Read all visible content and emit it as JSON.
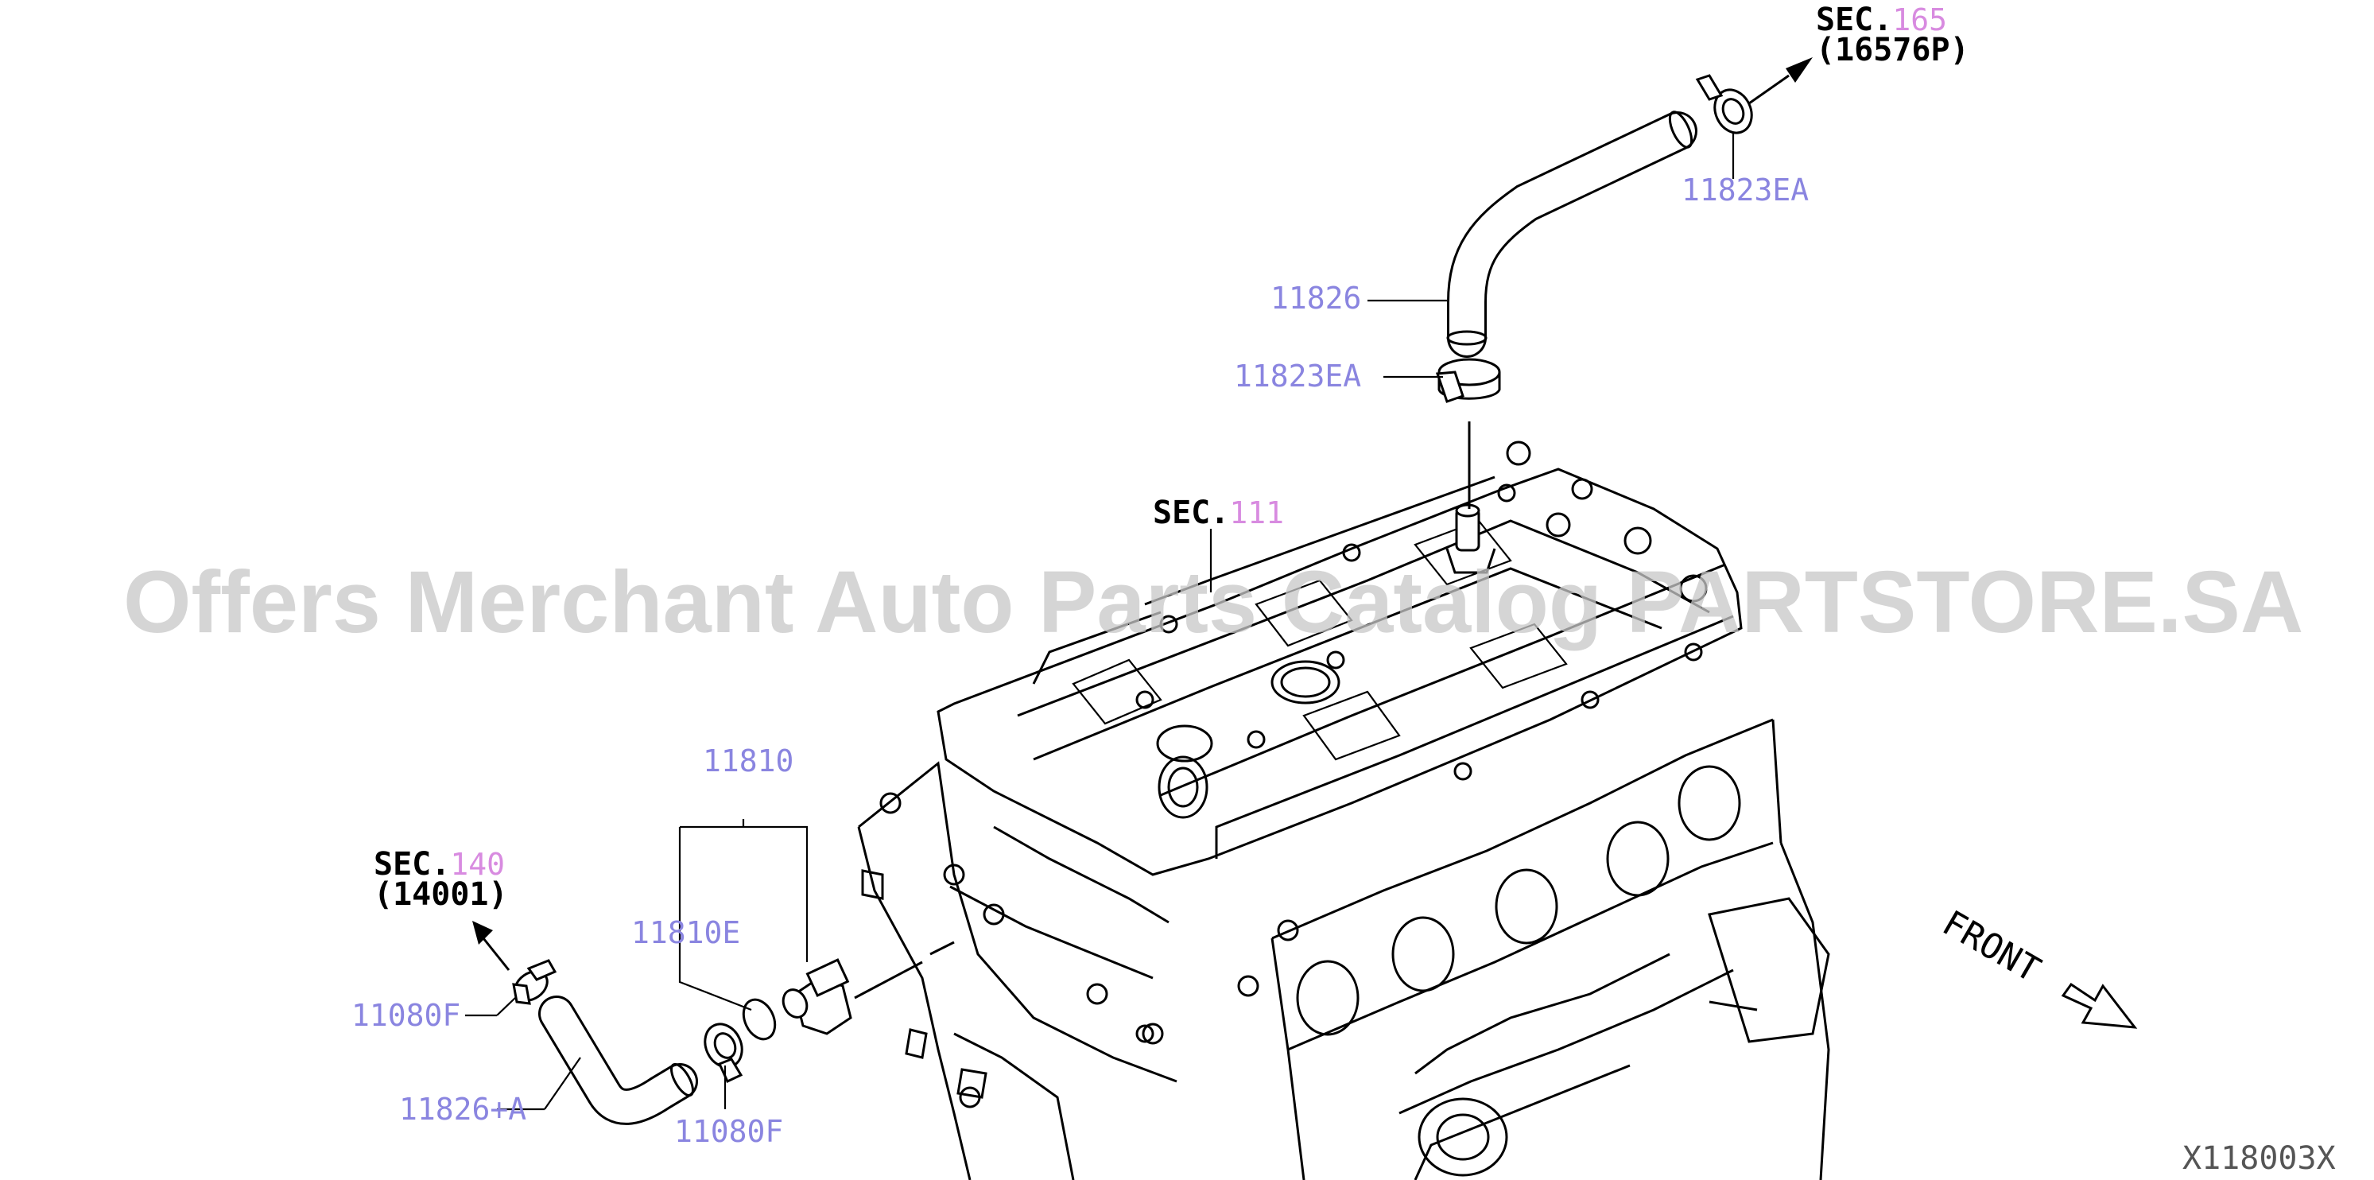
{
  "colors": {
    "part_number": "#8a85e0",
    "section_ref": "#d88be0",
    "line": "#000000",
    "watermark": "#c8c8c8"
  },
  "labels": {
    "p11823ea_top": "11823EA",
    "p11826": "11826",
    "p11823ea_mid": "11823EA",
    "p11810": "11810",
    "p11810e": "11810E",
    "p11080f_left": "11080F",
    "p11080f_bottom": "11080F",
    "p11826a": "11826+A"
  },
  "section_refs": {
    "sec165": {
      "prefix": "SEC.",
      "number": "165",
      "sub": "(16576P)"
    },
    "sec111": {
      "prefix": "SEC.",
      "number": "111"
    },
    "sec140": {
      "prefix": "SEC.",
      "number": "140",
      "sub": "(14001)"
    }
  },
  "front_label": "FRONT",
  "figure_code": "X118003X",
  "watermark": "Offers Merchant Auto Parts Catalog PARTSTORE.SA",
  "icons": [
    "arrow-icon",
    "front-arrow-icon"
  ]
}
